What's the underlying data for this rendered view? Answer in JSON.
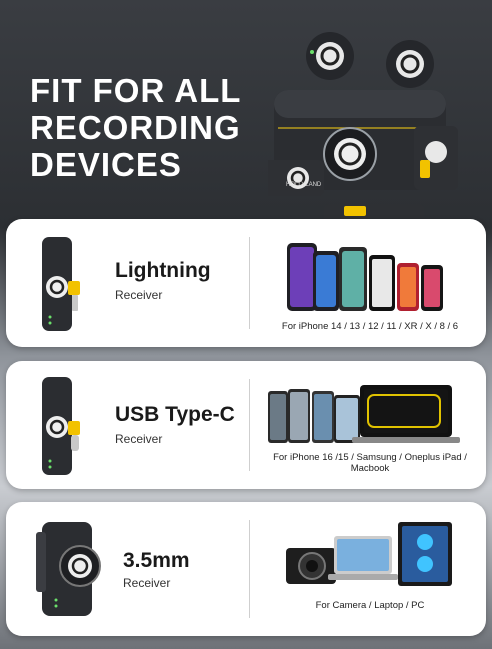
{
  "hero": {
    "title_lines": [
      "FIT FOR ALL",
      "RECORDING",
      "DEVICES"
    ],
    "brand": "HOLLYLAND"
  },
  "receivers": [
    {
      "name": "Lightning",
      "sub": "Receiver",
      "compat": "For iPhone 14 / 13 / 12 / 11 / XR / X / 8 / 6",
      "connector": "lightning-connector"
    },
    {
      "name": "USB Type-C",
      "sub": "Receiver",
      "compat": "For iPhone 16 /15 / Samsung / Oneplus iPad / Macbook",
      "connector": "usb-c-connector"
    },
    {
      "name": "3.5mm",
      "sub": "Receiver",
      "compat": "For Camera / Laptop / PC",
      "connector": "3.5mm-jack"
    }
  ],
  "colors": {
    "accent": "#f2c200",
    "device": "#2a2c30"
  }
}
